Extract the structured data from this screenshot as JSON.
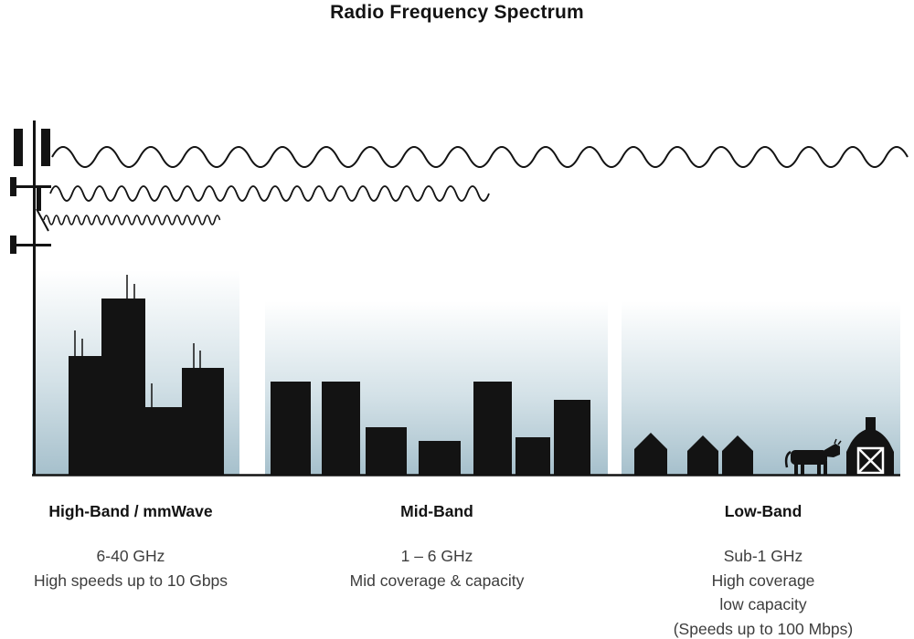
{
  "title": "Radio Frequency Spectrum",
  "colors": {
    "ink": "#131313",
    "text": "#3d3d3d",
    "panel_top": "#ffffff",
    "panel_mid": "#d3e1e7",
    "panel_bottom": "#a6c0cc"
  },
  "icons": [
    {
      "name": "cell-tower-icon"
    },
    {
      "name": "low-frequency-wave",
      "meaning": "long wavelength wave spanning all bands"
    },
    {
      "name": "mid-frequency-wave",
      "meaning": "medium wavelength wave spanning to mid band"
    },
    {
      "name": "high-frequency-wave",
      "meaning": "short wavelength wave near tower only"
    },
    {
      "name": "city-skyline-icon"
    },
    {
      "name": "midrise-buildings-icon"
    },
    {
      "name": "house-icon"
    },
    {
      "name": "cow-icon"
    },
    {
      "name": "barn-icon"
    }
  ],
  "bands": [
    {
      "name": "High-Band / mmWave",
      "lines": [
        "6-40 GHz",
        "High speeds up to 10 Gbps"
      ]
    },
    {
      "name": "Mid-Band",
      "lines": [
        "1 – 6 GHz",
        "Mid coverage & capacity"
      ]
    },
    {
      "name": "Low-Band",
      "lines": [
        "Sub-1 GHz",
        "High coverage",
        "low capacity",
        "(Speeds up to 100 Mbps)"
      ]
    }
  ]
}
